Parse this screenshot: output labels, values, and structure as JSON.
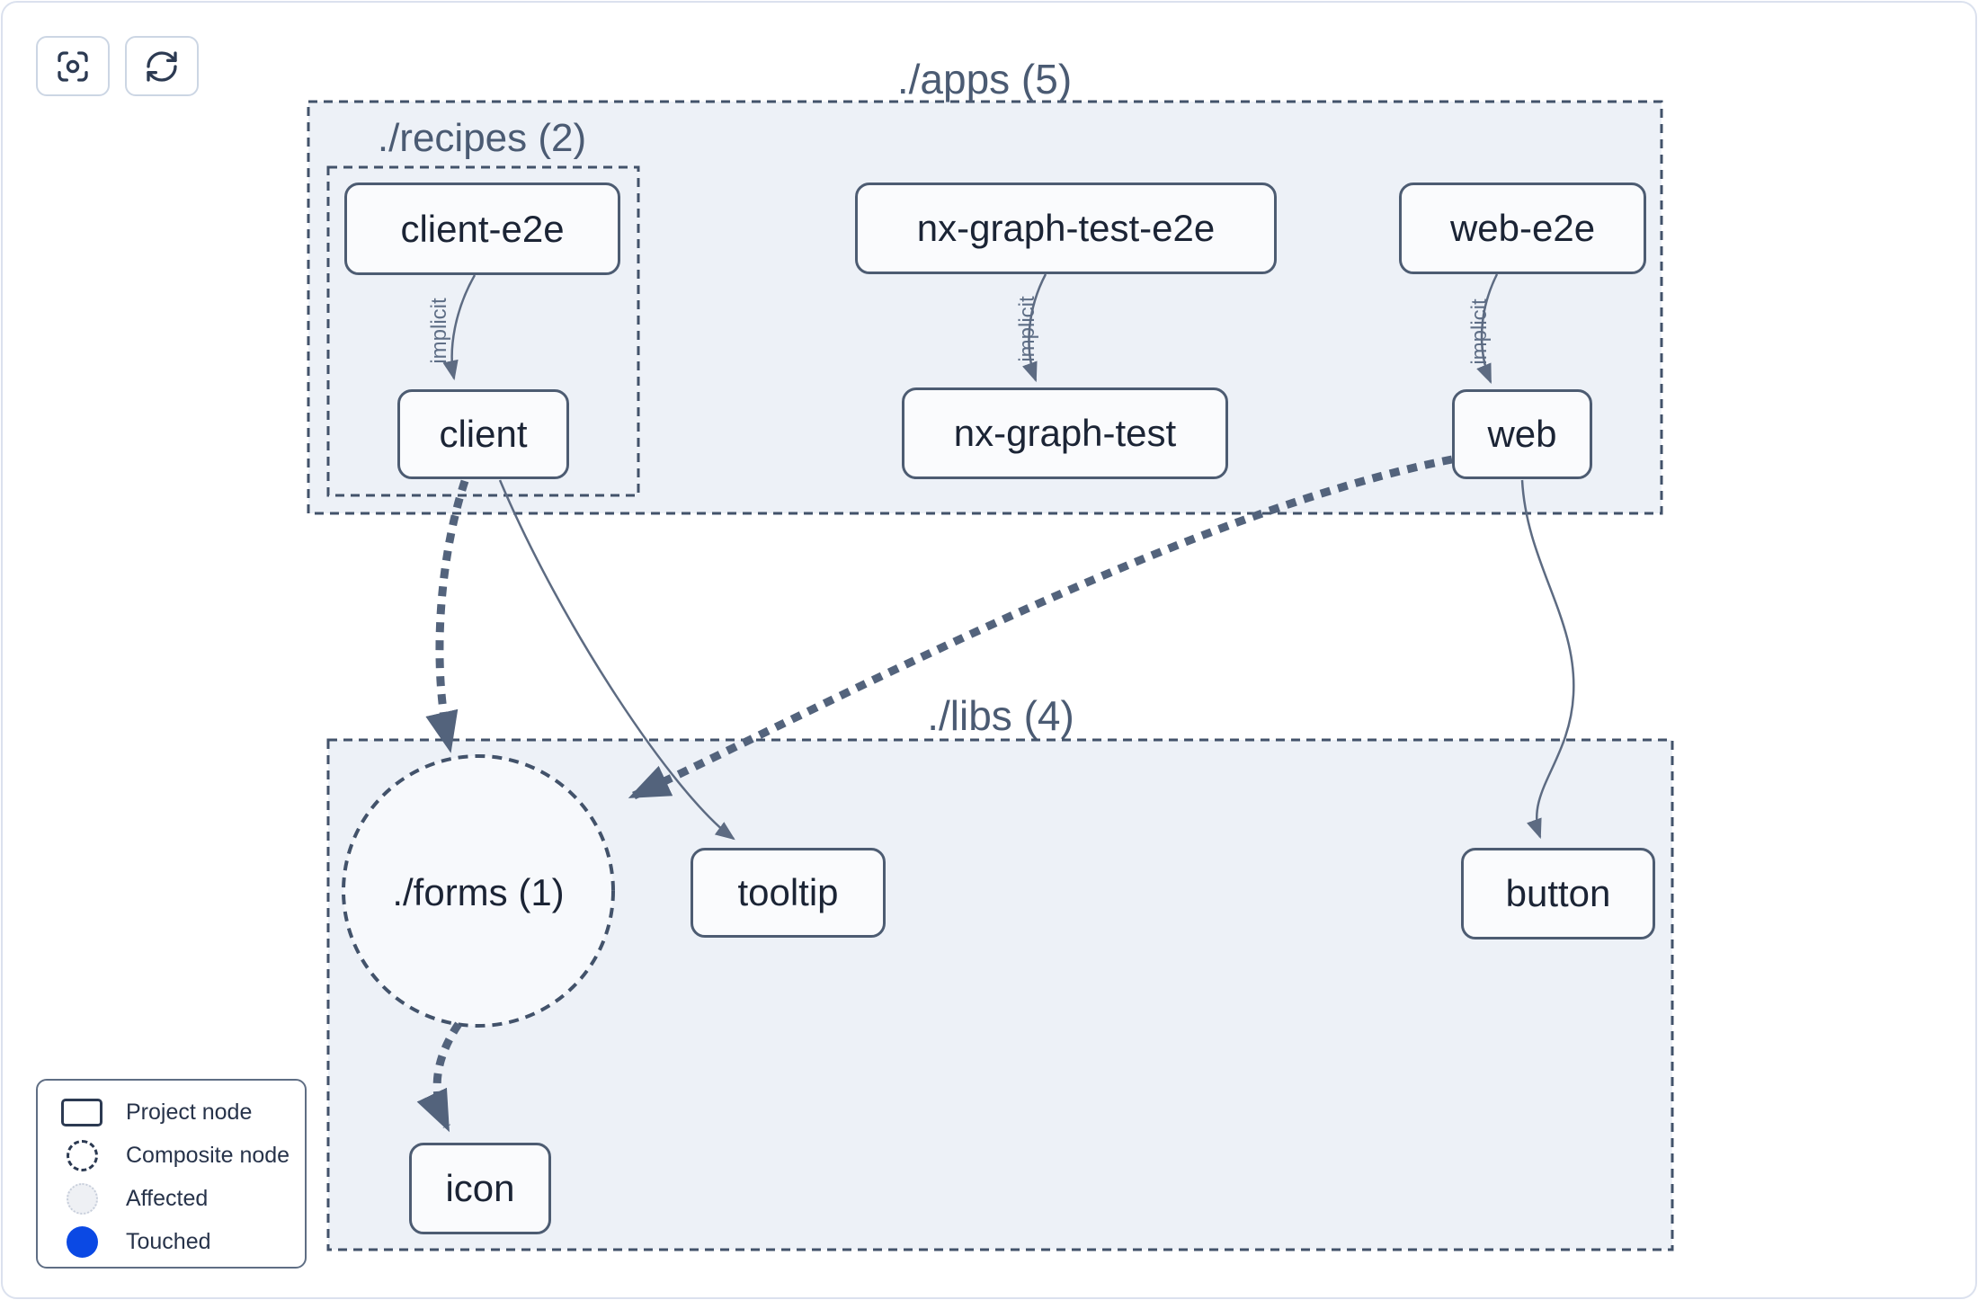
{
  "toolbar": {
    "buttons": [
      {
        "icon": "focus-icon"
      },
      {
        "icon": "refresh-icon"
      }
    ]
  },
  "groups": {
    "apps": {
      "title": "./apps (5)"
    },
    "recipes": {
      "title": "./recipes (2)"
    },
    "libs": {
      "title": "./libs (4)"
    },
    "forms": {
      "title": "./forms (1)",
      "kind": "composite-node"
    }
  },
  "nodes": {
    "client_e2e": {
      "label": "client-e2e"
    },
    "client": {
      "label": "client"
    },
    "nx_graph_test_e2e": {
      "label": "nx-graph-test-e2e"
    },
    "nx_graph_test": {
      "label": "nx-graph-test"
    },
    "web_e2e": {
      "label": "web-e2e"
    },
    "web": {
      "label": "web"
    },
    "tooltip": {
      "label": "tooltip"
    },
    "button": {
      "label": "button"
    },
    "icon": {
      "label": "icon"
    }
  },
  "edges": {
    "list": [
      {
        "from": "client-e2e",
        "to": "client",
        "style": "solid",
        "label": "implicit"
      },
      {
        "from": "nx-graph-test-e2e",
        "to": "nx-graph-test",
        "style": "solid",
        "label": "implicit"
      },
      {
        "from": "web-e2e",
        "to": "web",
        "style": "solid",
        "label": "implicit"
      },
      {
        "from": "client",
        "to": "tooltip",
        "style": "solid",
        "label": ""
      },
      {
        "from": "client",
        "to": "./forms",
        "style": "bold-dashed",
        "label": ""
      },
      {
        "from": "web",
        "to": "./forms",
        "style": "bold-dashed",
        "label": ""
      },
      {
        "from": "web",
        "to": "button",
        "style": "solid",
        "label": ""
      },
      {
        "from": "./forms",
        "to": "icon",
        "style": "bold-dashed",
        "label": ""
      }
    ]
  },
  "legend": {
    "items": [
      {
        "label": "Project node",
        "swatch": "solid-rect"
      },
      {
        "label": "Composite node",
        "swatch": "dashed-circle"
      },
      {
        "label": "Affected",
        "swatch": "dotted-light-circle"
      },
      {
        "label": "Touched",
        "swatch": "blue-circle"
      }
    ]
  },
  "colors": {
    "container_fill": "#edf1f7",
    "container_border": "#42526a",
    "node_fill": "#fafbfd",
    "node_border": "#4d5c72",
    "node_text": "#1b2435",
    "group_title": "#4b5b73",
    "edge": "#5d6b82",
    "edge_bold": "#53637c",
    "touched_blue": "#0b49e4",
    "affected_fill": "#eef0f4",
    "card_border": "#dbe1ee"
  }
}
